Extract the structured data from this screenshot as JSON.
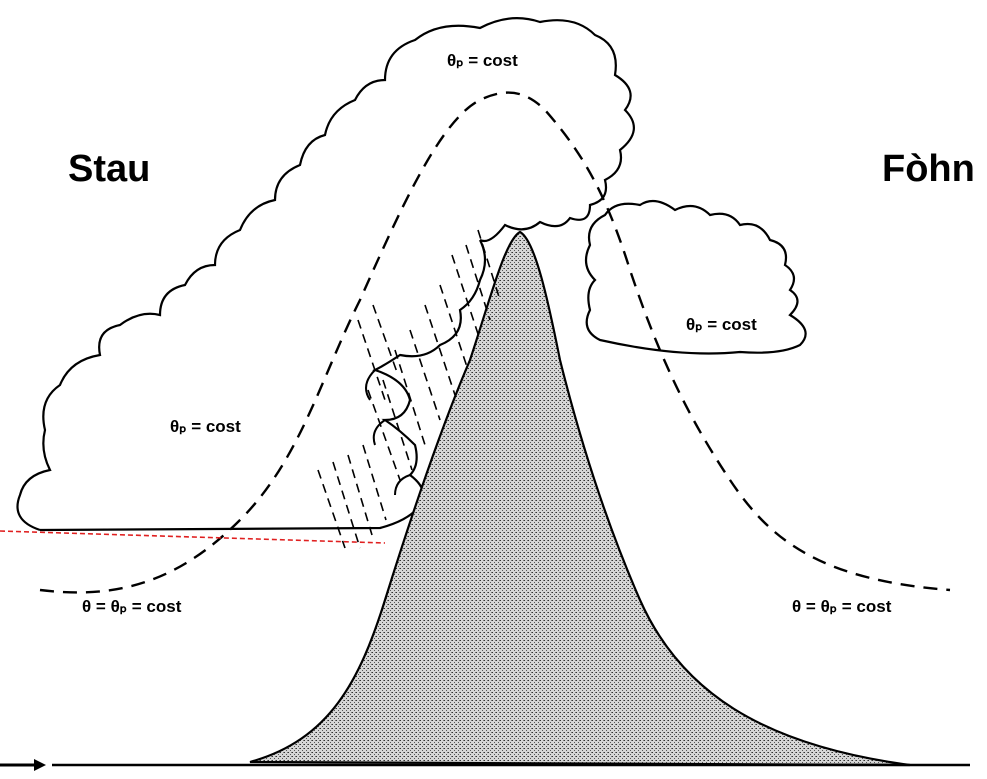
{
  "labels": {
    "left_side": "Stau",
    "right_side": "Fòhn",
    "top_cloud": "θₚ = cost",
    "right_cloud": "θₚ = cost",
    "left_cloud": "θₚ = cost",
    "left_ground": "θ = θₚ = cost",
    "right_ground": "θ = θₚ = cost"
  },
  "colors": {
    "line": "#000000",
    "mountain_fill": "#bdbdbd",
    "reference_line": "#e02020"
  },
  "icons": {
    "wind_arrow": "arrow-right-icon"
  }
}
